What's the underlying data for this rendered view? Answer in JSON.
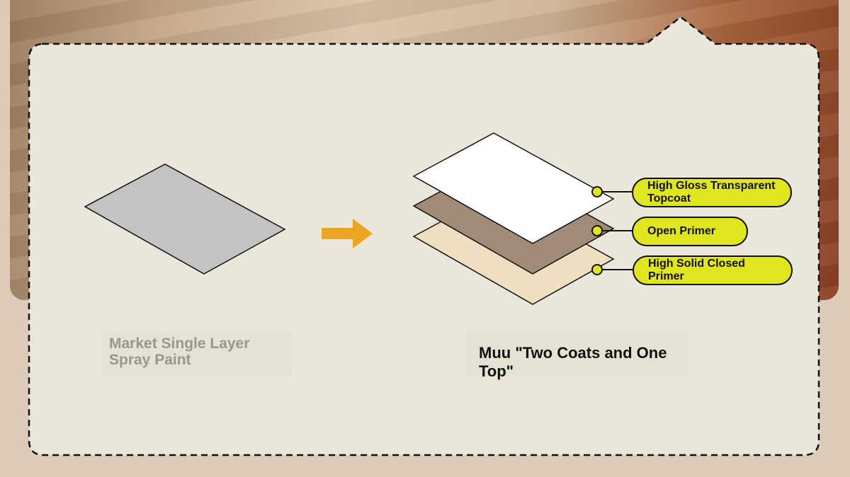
{
  "colors": {
    "panel_fill": "#eae6da",
    "single_layer": "#c3c3c3",
    "topcoat_layer": "#ffffff",
    "open_primer_layer": "#a08a78",
    "closed_primer_layer": "#f0dec0",
    "arrow": "#eaa622",
    "callout_fill": "#dfe51e",
    "stroke": "#111111"
  },
  "left": {
    "caption": "Market Single Layer Spray Paint"
  },
  "right": {
    "caption": "Muu \"Two Coats and One Top\"",
    "layers": [
      {
        "label": "High Gloss Transparent Topcoat"
      },
      {
        "label": "Open Primer"
      },
      {
        "label": "High Solid Closed Primer"
      }
    ]
  },
  "icons": {
    "arrow": "right-arrow-icon"
  }
}
